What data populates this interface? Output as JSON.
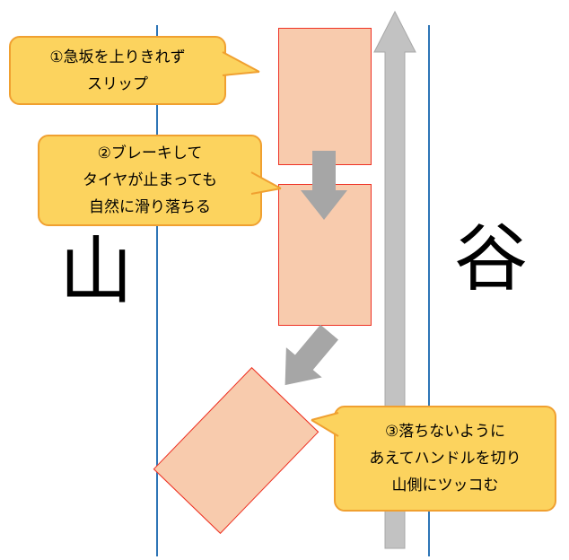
{
  "diagram": {
    "mountain_label": "山",
    "valley_label": "谷",
    "callouts": [
      {
        "text": "①急坂を上りきれず\nスリップ"
      },
      {
        "text": "②ブレーキして\nタイヤが止まっても\n自然に滑り落ちる"
      },
      {
        "text": "③落ちないように\nあえてハンドルを切り\n山側にツッコむ"
      }
    ],
    "colors": {
      "road_line": "#2E75B6",
      "car_fill": "#F8CBAD",
      "car_border": "#EE3124",
      "callout_fill": "#FCD35E",
      "callout_border": "#F0A030",
      "big_arrow": "#C2C2C2",
      "small_arrow": "#A6A6A6"
    }
  }
}
